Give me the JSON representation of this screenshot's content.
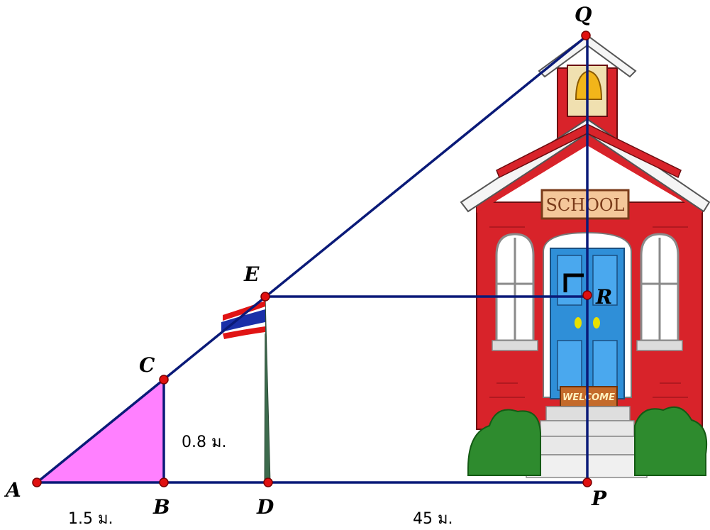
{
  "points": {
    "A": "A",
    "B": "B",
    "C": "C",
    "D": "D",
    "E": "E",
    "P": "P",
    "Q": "Q",
    "R": "R"
  },
  "measurements": {
    "AB": "1.5 ม.",
    "BC": "0.8 ม.",
    "DP": "45 ม."
  },
  "school": {
    "sign": "SCHOOL",
    "mat": "WELCOME"
  },
  "colors": {
    "line": "#0a1a78",
    "point": "#e01010",
    "triangle": "#ff80ff",
    "building": "#d8232a",
    "door": "#2f8fd8",
    "bush": "#2e8b2e"
  }
}
